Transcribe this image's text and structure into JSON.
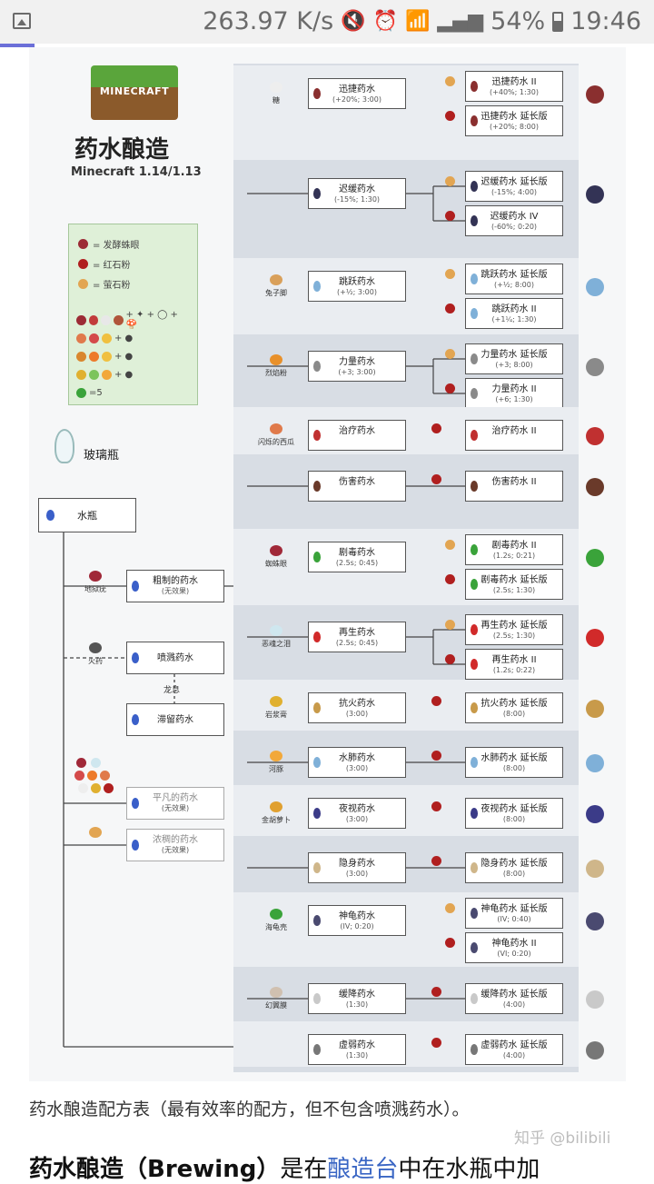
{
  "status_bar": {
    "speed": "263.97 K/s",
    "battery": "54%",
    "time": "19:46"
  },
  "infographic": {
    "logo_text": "MINECRAFT",
    "title": "药水酿造",
    "subtitle": "Minecraft 1.14/1.13",
    "legend": [
      {
        "label": "= 发酵蛛眼",
        "color": "#9c2b35"
      },
      {
        "label": "= 红石粉",
        "color": "#b01f1f"
      },
      {
        "label": "= 萤石粉",
        "color": "#e2a552"
      }
    ],
    "legend_recipes": [
      {
        "text": "+ ✦ + ◯ + 🍄",
        "colors": [
          "#9c2b35",
          "#c23b3b",
          "#e8e8e8",
          "#b0553a"
        ]
      },
      {
        "text": "+ ●",
        "colors": [
          "#e07a4b",
          "#d44a4a",
          "#f0c040"
        ]
      },
      {
        "text": "+ ●",
        "colors": [
          "#d9872e",
          "#ed7a2a",
          "#f0c040"
        ]
      },
      {
        "text": "+ ●",
        "colors": [
          "#e0b030",
          "#7cc45c",
          "#f2a83a"
        ]
      },
      {
        "text": "=5",
        "colors": [
          "#3aa33a"
        ]
      }
    ],
    "base": {
      "glass_bottle": "玻璃瓶",
      "water_bottle": "水瓶",
      "nether_wart": "地狱疣",
      "awkward": {
        "name": "粗制的药水",
        "note": "(无效果)"
      },
      "gunpowder": "火药",
      "splash": "喷溅药水",
      "dragon_breath": "龙息",
      "lingering": "滞留药水",
      "mundane": {
        "name": "平凡的药水",
        "note": "(无效果)"
      },
      "thick": {
        "name": "浓稠的药水",
        "note": "(无效果)"
      }
    },
    "rows": [
      {
        "ingredient": "糖",
        "base": {
          "name": "迅捷药水",
          "sub": "(+20%; 3:00)"
        },
        "out1": {
          "name": "迅捷药水 II",
          "sub": "(+40%; 1:30)"
        },
        "out2": {
          "name": "迅捷药水 延长版",
          "sub": "(+20%; 8:00)"
        }
      },
      {
        "ingredient": "",
        "base": {
          "name": "迟缓药水",
          "sub": "(-15%; 1:30)"
        },
        "out1": {
          "name": "迟缓药水 延长版",
          "sub": "(-15%; 4:00)"
        },
        "out2": {
          "name": "迟缓药水 IV",
          "sub": "(-60%; 0:20)"
        }
      },
      {
        "ingredient": "兔子脚",
        "base": {
          "name": "跳跃药水",
          "sub": "(+½; 3:00)"
        },
        "out1": {
          "name": "跳跃药水 延长版",
          "sub": "(+½; 8:00)"
        },
        "out2": {
          "name": "跳跃药水 II",
          "sub": "(+1¼; 1:30)"
        }
      },
      {
        "ingredient": "烈焰粉",
        "base": {
          "name": "力量药水",
          "sub": "(+3; 3:00)"
        },
        "out1": {
          "name": "力量药水 延长版",
          "sub": "(+3; 8:00)"
        },
        "out2": {
          "name": "力量药水 II",
          "sub": "(+6; 1:30)"
        }
      },
      {
        "ingredient": "闪烁的西瓜",
        "base": {
          "name": "治疗药水",
          "sub": ""
        },
        "out1": {
          "name": "治疗药水 II",
          "sub": ""
        },
        "out2": null
      },
      {
        "ingredient": "",
        "base": {
          "name": "伤害药水",
          "sub": ""
        },
        "out1": {
          "name": "伤害药水 II",
          "sub": ""
        },
        "out2": null
      },
      {
        "ingredient": "蜘蛛眼",
        "base": {
          "name": "剧毒药水",
          "sub": "(2.5s; 0:45)"
        },
        "out1": {
          "name": "剧毒药水 II",
          "sub": "(1.2s; 0:21)"
        },
        "out2": {
          "name": "剧毒药水 延长版",
          "sub": "(2.5s; 1:30)"
        }
      },
      {
        "ingredient": "恶魂之泪",
        "base": {
          "name": "再生药水",
          "sub": "(2.5s; 0:45)"
        },
        "out1": {
          "name": "再生药水 延长版",
          "sub": "(2.5s; 1:30)"
        },
        "out2": {
          "name": "再生药水 II",
          "sub": "(1.2s; 0:22)"
        }
      },
      {
        "ingredient": "岩浆膏",
        "base": {
          "name": "抗火药水",
          "sub": "(3:00)"
        },
        "out1": {
          "name": "抗火药水 延长版",
          "sub": "(8:00)"
        },
        "out2": null
      },
      {
        "ingredient": "河豚",
        "base": {
          "name": "水肺药水",
          "sub": "(3:00)"
        },
        "out1": {
          "name": "水肺药水 延长版",
          "sub": "(8:00)"
        },
        "out2": null
      },
      {
        "ingredient": "金胡萝卜",
        "base": {
          "name": "夜视药水",
          "sub": "(3:00)"
        },
        "out1": {
          "name": "夜视药水 延长版",
          "sub": "(8:00)"
        },
        "out2": null
      },
      {
        "ingredient": "",
        "base": {
          "name": "隐身药水",
          "sub": "(3:00)"
        },
        "out1": {
          "name": "隐身药水 延长版",
          "sub": "(8:00)"
        },
        "out2": null
      },
      {
        "ingredient": "海龟壳",
        "base": {
          "name": "神龟药水",
          "sub": "(IV; 0:20)"
        },
        "out1": {
          "name": "神龟药水 延长版",
          "sub": "(IV; 0:40)"
        },
        "out2": {
          "name": "神龟药水 II",
          "sub": "(VI; 0:20)"
        }
      },
      {
        "ingredient": "幻翼膜",
        "base": {
          "name": "缓降药水",
          "sub": "(1:30)"
        },
        "out1": {
          "name": "缓降药水 延长版",
          "sub": "(4:00)"
        },
        "out2": null
      },
      {
        "ingredient": "",
        "base": {
          "name": "虚弱药水",
          "sub": "(1:30)"
        },
        "out1": {
          "name": "虚弱药水 延长版",
          "sub": "(4:00)"
        },
        "out2": null
      }
    ]
  },
  "caption": "药水酿造配方表（最有效率的配方，但不包含喷溅药水）。",
  "watermark": "知乎 @bilibili",
  "next_line": {
    "bold": "药水酿造（Brewing）",
    "text1": "是在",
    "link": "酿造台",
    "text2": "中在水瓶中加"
  }
}
